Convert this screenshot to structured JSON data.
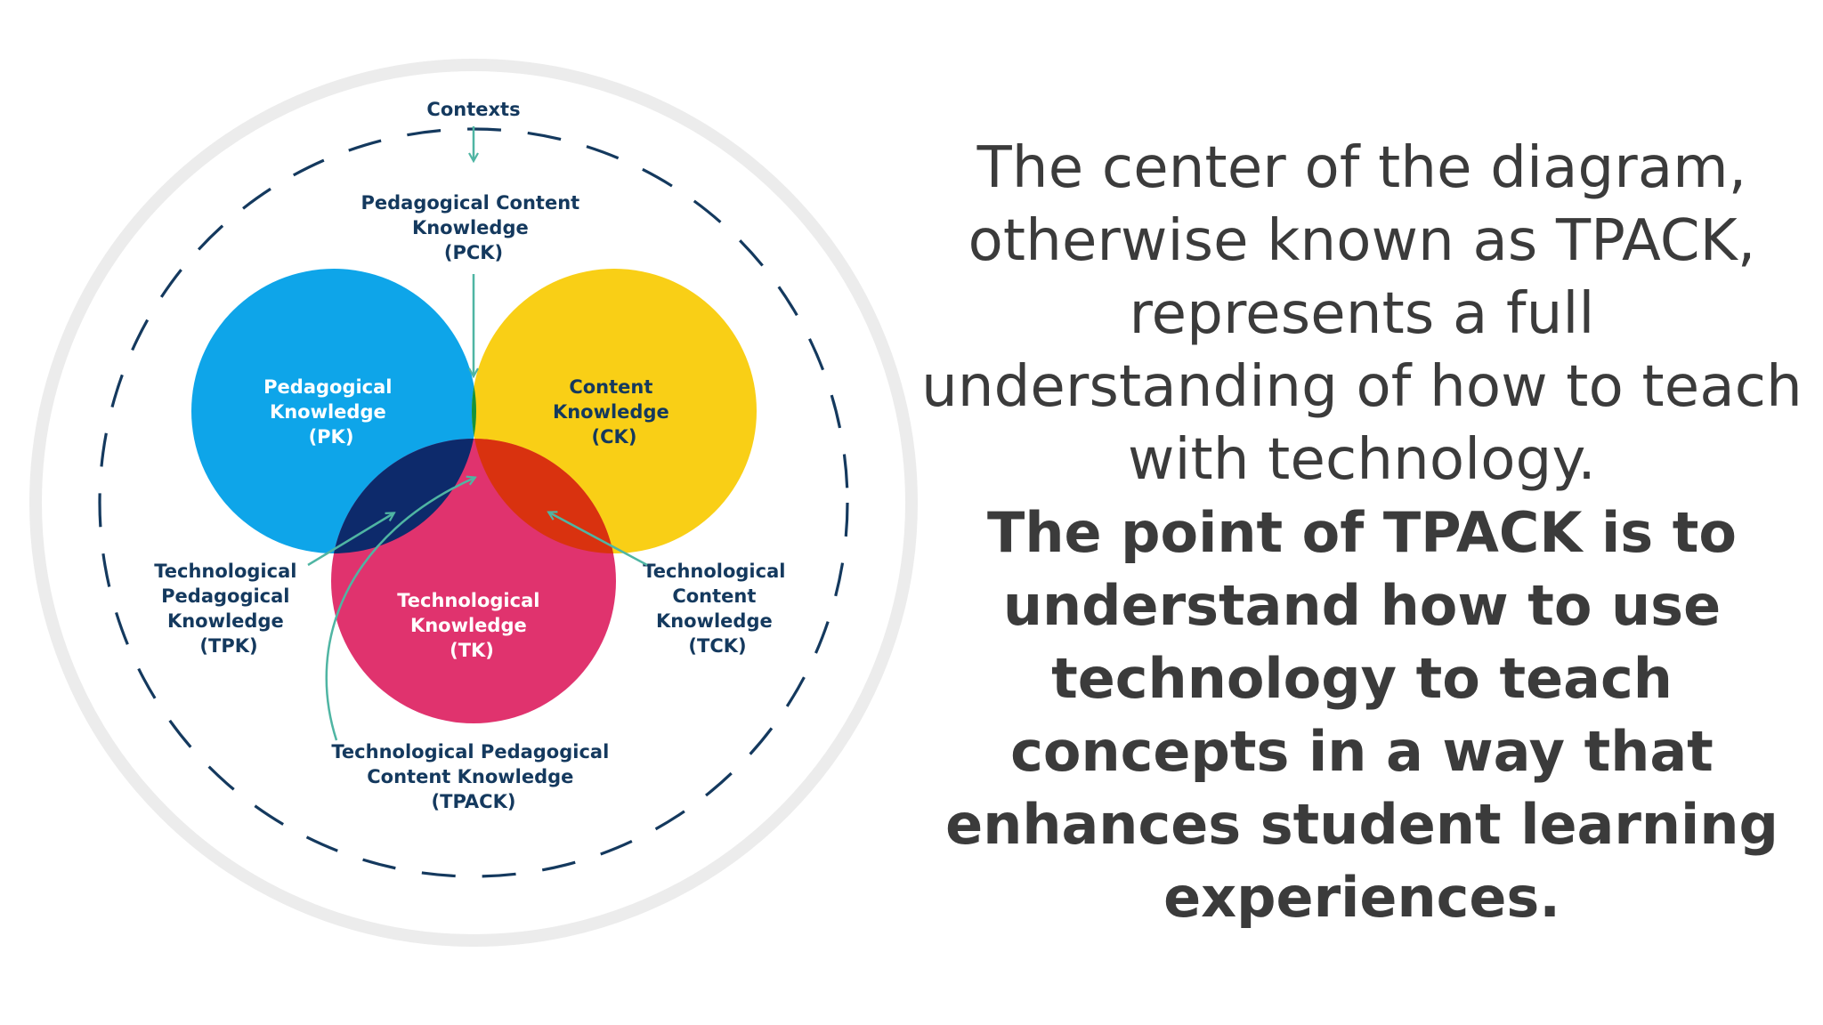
{
  "diagram": {
    "contexts_label": "Contexts",
    "colors": {
      "pk": "#0ea5e9",
      "ck": "#f9cf16",
      "tk": "#e0336e",
      "pck": "#15923a",
      "tpk": "#0d2a6b",
      "tck": "#d9320f",
      "tpack": "#111111",
      "arrow": "#4fb5a3",
      "label": "#14395e"
    },
    "circles": {
      "pk": {
        "lines": [
          "Pedagogical",
          "Knowledge",
          "(PK)"
        ]
      },
      "ck": {
        "lines": [
          "Content",
          "Knowledge",
          "(CK)"
        ]
      },
      "tk": {
        "lines": [
          "Technological",
          "Knowledge",
          "(TK)"
        ]
      }
    },
    "pck": {
      "lines": [
        "Pedagogical Content",
        "Knowledge",
        "(PCK)"
      ]
    },
    "tpk": {
      "lines": [
        "Technological",
        "Pedagogical",
        "Knowledge",
        "(TPK)"
      ]
    },
    "tck": {
      "lines": [
        "Technological",
        "Content",
        "Knowledge",
        "(TCK)"
      ]
    },
    "tpack": {
      "lines": [
        "Technological Pedagogical",
        "Content Knowledge",
        "(TPACK)"
      ]
    }
  },
  "text": {
    "intro": "The center of the diagram, otherwise known as TPACK, represents a full understanding of how to teach with technology.",
    "point": "The point of TPACK is to understand how to use technology to teach concepts in a way that enhances student learning experiences."
  }
}
